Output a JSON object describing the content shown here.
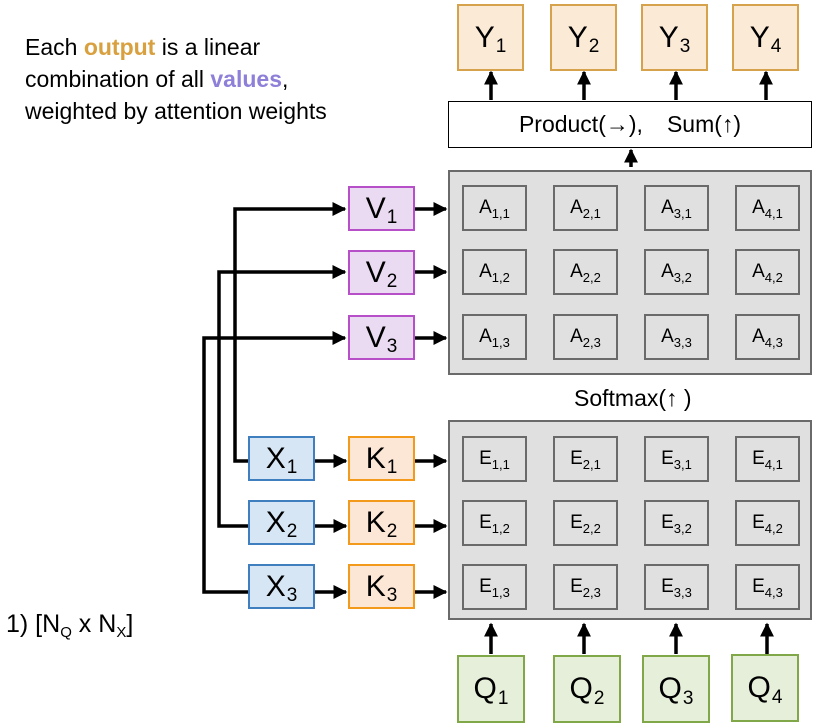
{
  "caption": {
    "prefix": "Each ",
    "highlight_output": "output",
    "middle": " is a linear combination of all ",
    "highlight_values": "values",
    "suffix": ", weighted by attention weights",
    "line1_a": "Each ",
    "line1_b": "output",
    "line1_c": " is a linear",
    "line2_a": "combination of all ",
    "line2_b": "values",
    "line2_c": ",",
    "line3": "weighted by attention weights",
    "colors": {
      "output": "#d9a03f",
      "values": "#8e7fd8"
    }
  },
  "shape_label": {
    "prefix": "1)  [N",
    "sub1": "Q",
    "mid": " x N",
    "sub2": "X",
    "suffix": "]"
  },
  "outputs": [
    {
      "main": "Y",
      "sub": "1"
    },
    {
      "main": "Y",
      "sub": "2"
    },
    {
      "main": "Y",
      "sub": "3"
    },
    {
      "main": "Y",
      "sub": "4"
    }
  ],
  "operation": {
    "product": "Product(",
    "product_glyph": "→",
    "product_close": " ),",
    "sum": "Sum(",
    "sum_glyph": "↑",
    "sum_close": " )"
  },
  "values": [
    {
      "main": "V",
      "sub": "1"
    },
    {
      "main": "V",
      "sub": "2"
    },
    {
      "main": "V",
      "sub": "3"
    }
  ],
  "inputs": [
    {
      "main": "X",
      "sub": "1"
    },
    {
      "main": "X",
      "sub": "2"
    },
    {
      "main": "X",
      "sub": "3"
    }
  ],
  "keys": [
    {
      "main": "K",
      "sub": "1"
    },
    {
      "main": "K",
      "sub": "2"
    },
    {
      "main": "K",
      "sub": "3"
    }
  ],
  "queries": [
    {
      "main": "Q",
      "sub": "1"
    },
    {
      "main": "Q",
      "sub": "2"
    },
    {
      "main": "Q",
      "sub": "3"
    },
    {
      "main": "Q",
      "sub": "4"
    }
  ],
  "softmax": {
    "label": "Softmax(",
    "glyph": "↑",
    "close": " )"
  },
  "attention_matrix": {
    "symbol": "A",
    "rows": [
      [
        "1,1",
        "2,1",
        "3,1",
        "4,1"
      ],
      [
        "1,2",
        "2,2",
        "3,2",
        "4,2"
      ],
      [
        "1,3",
        "2,3",
        "3,3",
        "4,3"
      ]
    ]
  },
  "similarity_matrix": {
    "symbol": "E",
    "rows": [
      [
        "1,1",
        "2,1",
        "3,1",
        "4,1"
      ],
      [
        "1,2",
        "2,2",
        "3,2",
        "4,2"
      ],
      [
        "1,3",
        "2,3",
        "3,3",
        "4,3"
      ]
    ]
  }
}
